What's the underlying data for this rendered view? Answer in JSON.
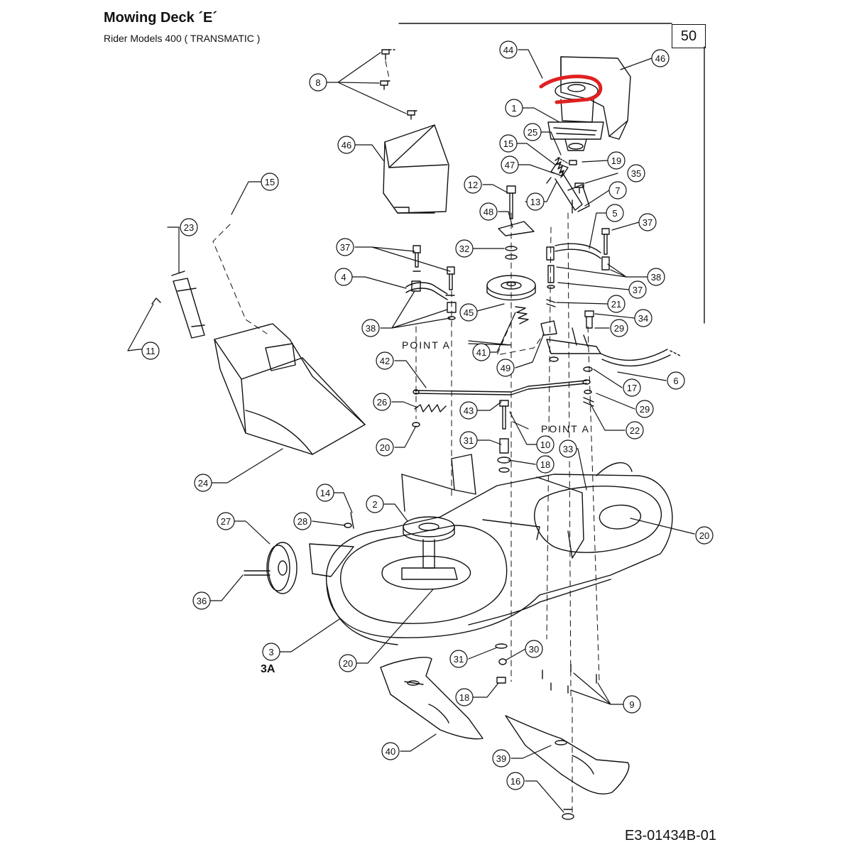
{
  "header": {
    "title": "Mowing Deck ´E´",
    "subtitle": "Rider Models 400 ( TRANSMATIC )",
    "page_number": "50"
  },
  "labels": {
    "variant": "3A",
    "point_a_upper": "POINT A",
    "point_a_lower": "POINT A"
  },
  "footer": {
    "drawing_number": "E3-01434B-01"
  },
  "highlight": {
    "part": "44",
    "color": "#e02020"
  },
  "callouts": [
    {
      "id": "c44",
      "label": "44"
    },
    {
      "id": "c46a",
      "label": "46"
    },
    {
      "id": "c8",
      "label": "8"
    },
    {
      "id": "c1",
      "label": "1"
    },
    {
      "id": "c25",
      "label": "25"
    },
    {
      "id": "c15a",
      "label": "15"
    },
    {
      "id": "c19",
      "label": "19"
    },
    {
      "id": "c46b",
      "label": "46"
    },
    {
      "id": "c47",
      "label": "47"
    },
    {
      "id": "c35",
      "label": "35"
    },
    {
      "id": "c12",
      "label": "12"
    },
    {
      "id": "c13",
      "label": "13"
    },
    {
      "id": "c7",
      "label": "7"
    },
    {
      "id": "c15b",
      "label": "15"
    },
    {
      "id": "c48",
      "label": "48"
    },
    {
      "id": "c5",
      "label": "5"
    },
    {
      "id": "c37a",
      "label": "37"
    },
    {
      "id": "c23",
      "label": "23"
    },
    {
      "id": "c37b",
      "label": "37"
    },
    {
      "id": "c32",
      "label": "32"
    },
    {
      "id": "c38a",
      "label": "38"
    },
    {
      "id": "c4",
      "label": "4"
    },
    {
      "id": "c37c",
      "label": "37"
    },
    {
      "id": "c21",
      "label": "21"
    },
    {
      "id": "c45",
      "label": "45"
    },
    {
      "id": "c34",
      "label": "34"
    },
    {
      "id": "c38b",
      "label": "38"
    },
    {
      "id": "c29a",
      "label": "29"
    },
    {
      "id": "c11",
      "label": "11"
    },
    {
      "id": "c41",
      "label": "41"
    },
    {
      "id": "c49",
      "label": "49"
    },
    {
      "id": "c6",
      "label": "6"
    },
    {
      "id": "c42",
      "label": "42"
    },
    {
      "id": "c17",
      "label": "17"
    },
    {
      "id": "c26",
      "label": "26"
    },
    {
      "id": "c29b",
      "label": "29"
    },
    {
      "id": "c43",
      "label": "43"
    },
    {
      "id": "c22",
      "label": "22"
    },
    {
      "id": "c20a",
      "label": "20"
    },
    {
      "id": "c31a",
      "label": "31"
    },
    {
      "id": "c10",
      "label": "10"
    },
    {
      "id": "c18a",
      "label": "18"
    },
    {
      "id": "c33",
      "label": "33"
    },
    {
      "id": "c24",
      "label": "24"
    },
    {
      "id": "c14",
      "label": "14"
    },
    {
      "id": "c2",
      "label": "2"
    },
    {
      "id": "c20b",
      "label": "20"
    },
    {
      "id": "c27",
      "label": "27"
    },
    {
      "id": "c28",
      "label": "28"
    },
    {
      "id": "c36",
      "label": "36"
    },
    {
      "id": "c3",
      "label": "3"
    },
    {
      "id": "c20c",
      "label": "20"
    },
    {
      "id": "c31b",
      "label": "31"
    },
    {
      "id": "c30",
      "label": "30"
    },
    {
      "id": "c18b",
      "label": "18"
    },
    {
      "id": "c9",
      "label": "9"
    },
    {
      "id": "c40",
      "label": "40"
    },
    {
      "id": "c39",
      "label": "39"
    },
    {
      "id": "c16",
      "label": "16"
    }
  ]
}
